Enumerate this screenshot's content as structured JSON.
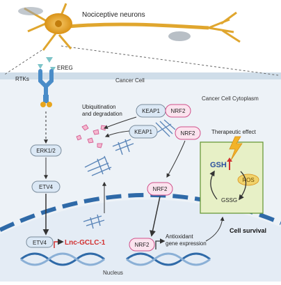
{
  "labels": {
    "neurons": "Nociceptive neurons",
    "ereg": "EREG",
    "rtks": "RTKs",
    "cancer_cell": "Cancer Cell",
    "cytoplasm": "Cancer Cell Cytoplasm",
    "ubiq_line1": "Ubiquitination",
    "ubiq_line2": "and degradation",
    "keap1": "KEAP1",
    "nrf2": "NRF2",
    "erk": "ERK1/2",
    "etv4": "ETV4",
    "lnc": "Lnc-GCLC-1",
    "therapeutic": "Therapeutic effect",
    "gsh": "GSH",
    "ros": "ROS",
    "gssg": "GSSG",
    "antiox_line1": "Antioxidant",
    "antiox_line2": "gene expression",
    "survival": "Cell survival",
    "nucleus": "Nucleus"
  },
  "colors": {
    "neuron": "#e0a62e",
    "receptor": "#4a8cc8",
    "keap1_fill": "#dbe8f5",
    "nrf2_border": "#d0508a",
    "nrf2_fill": "#fbe3ee",
    "box_fill": "#e7f0c6",
    "box_border": "#6a9a3a",
    "lnc_text": "#d22f2f",
    "gsh_text": "#2a4f9e",
    "ros_fill": "#f0d26a"
  }
}
